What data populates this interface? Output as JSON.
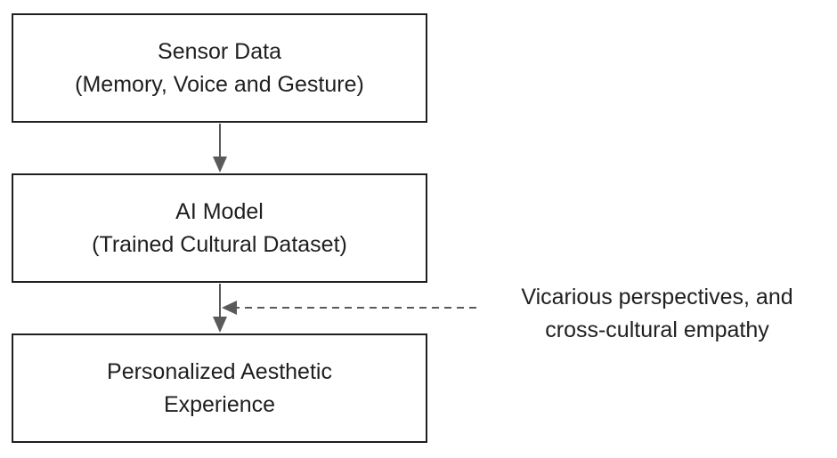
{
  "diagram": {
    "nodes": {
      "sensor": {
        "line1": "Sensor Data",
        "line2": "(Memory, Voice and Gesture)"
      },
      "model": {
        "line1": "AI Model",
        "line2": "(Trained Cultural Dataset)"
      },
      "experience": {
        "line1": "Personalized Aesthetic",
        "line2": "Experience"
      }
    },
    "side_input": {
      "line1": "Vicarious perspectives, and",
      "line2": "cross-cultural empathy"
    },
    "colors": {
      "border": "#1f1f1f",
      "arrow": "#5a5a5a",
      "text": "#1f1f1f",
      "background": "#ffffff"
    }
  }
}
